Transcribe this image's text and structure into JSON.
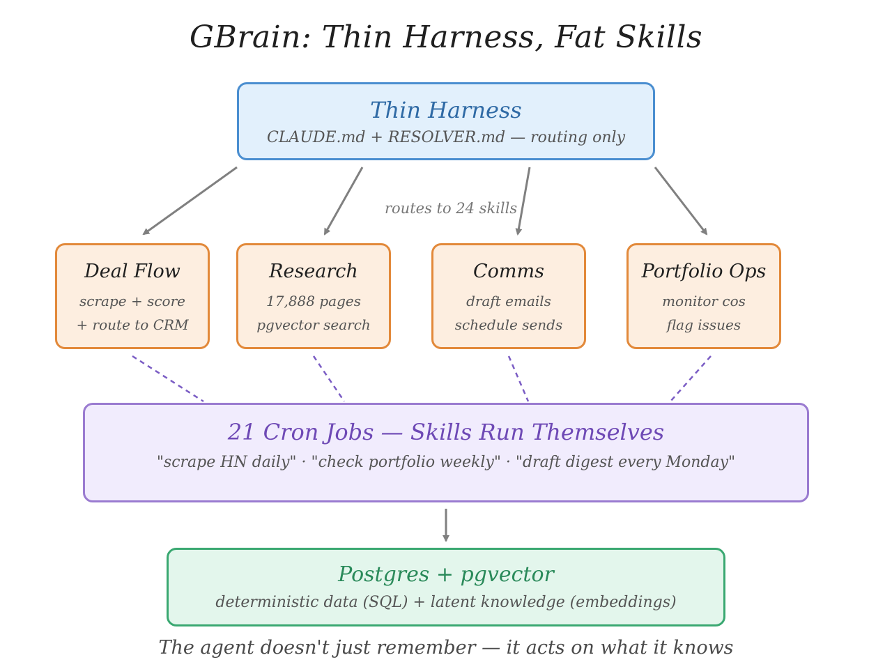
{
  "title": "GBrain: Thin Harness, Fat Skills",
  "harness": {
    "title": "Thin Harness",
    "subtitle": "CLAUDE.md + RESOLVER.md — routing only"
  },
  "route_label": "routes to 24 skills",
  "skills": [
    {
      "title": "Deal Flow",
      "lines": [
        "scrape + score",
        "+ route to CRM"
      ]
    },
    {
      "title": "Research",
      "lines": [
        "17,888 pages",
        "pgvector search"
      ]
    },
    {
      "title": "Comms",
      "lines": [
        "draft emails",
        "schedule sends"
      ]
    },
    {
      "title": "Portfolio Ops",
      "lines": [
        "monitor cos",
        "flag issues"
      ]
    }
  ],
  "cron": {
    "title": "21 Cron Jobs — Skills Run Themselves",
    "subtitle": "\"scrape HN daily\" · \"check portfolio weekly\" · \"draft digest every Monday\""
  },
  "database": {
    "title": "Postgres + pgvector",
    "subtitle": "deterministic data (SQL) + latent knowledge (embeddings)"
  },
  "footer": "The agent doesn't just remember — it acts on what it knows",
  "colors": {
    "harness_fill": "#e2f0fc",
    "harness_stroke": "#4a8ed0",
    "skill_fill": "#fdeee0",
    "skill_stroke": "#e2893a",
    "cron_fill": "#f1ecfd",
    "cron_stroke": "#9a7bd0",
    "db_fill": "#e3f6ec",
    "db_stroke": "#3aa871",
    "arrow": "#808080"
  }
}
